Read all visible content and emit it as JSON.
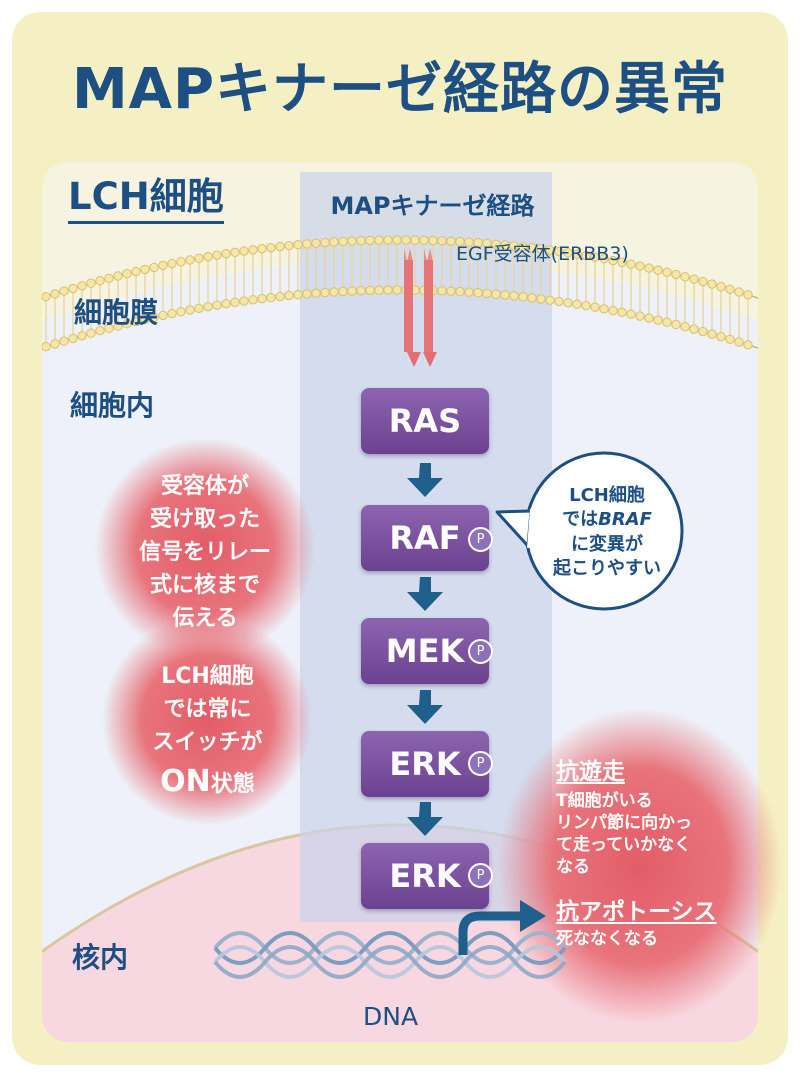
{
  "title": "MAPキナーゼ経路の異常",
  "cell_label": "LCH細胞",
  "pathway_label": "MAPキナーゼ経路",
  "receptor_label": "EGF受容体(ERBB3)",
  "regions": {
    "membrane": "細胞膜",
    "intracellular": "細胞内",
    "nucleus": "核内"
  },
  "kinases": [
    "RAS",
    "RAF",
    "MEK",
    "ERK",
    "ERK"
  ],
  "phospho_label": "P",
  "dna_label": "DNA",
  "bubble": {
    "line1": "LCH細胞",
    "line2_pre": "では",
    "line2_em": "BRAF",
    "line3": "に変異が",
    "line4": "起こりやすい"
  },
  "left_notes": [
    {
      "lines": [
        "受容体が",
        "受け取った",
        "信号をリレー",
        "式に核まで",
        "伝える"
      ]
    },
    {
      "lines": [
        "LCH細胞",
        "では常に",
        "スイッチが"
      ],
      "emphasis": "ON",
      "tail": "状態"
    }
  ],
  "right_note": {
    "heading1": "抗遊走",
    "body1": [
      "T細胞がいる",
      "リンパ節に向かっ",
      "て走っていかなく",
      "なる"
    ],
    "heading2": "抗アポトーシス",
    "body2": [
      "死ななくなる"
    ]
  },
  "colors": {
    "title": "#1d4f82",
    "kinase": "#7a52a0",
    "phospho": "#8d72b8",
    "arrow": "#1f5f8b",
    "blob": "#e56a72",
    "receptor": "#e8777c",
    "nucleus": "#f8d8e0",
    "frame": "#f5f0c4"
  }
}
